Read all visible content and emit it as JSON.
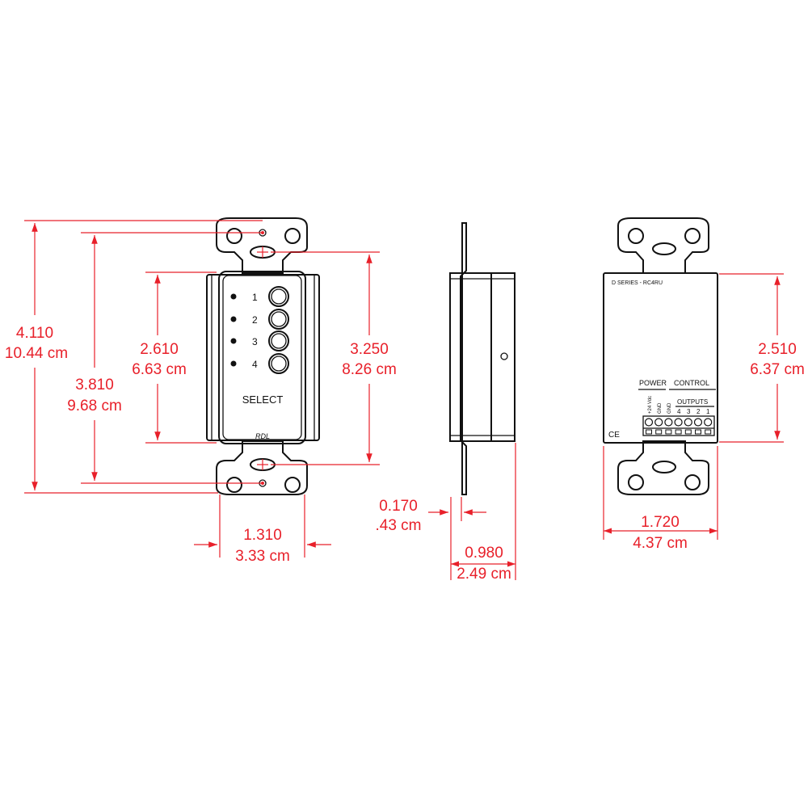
{
  "colors": {
    "dimension": "#e8202a",
    "outline": "#111111",
    "background": "#ffffff"
  },
  "front_view": {
    "button_numbers": [
      "1",
      "2",
      "3",
      "4"
    ],
    "select_label": "SELECT",
    "brand_label": "RDL",
    "dims": {
      "overall_height": {
        "in": "4.110",
        "cm": "10.44 cm"
      },
      "mount_spacing": {
        "in": "3.810",
        "cm": "9.68 cm"
      },
      "faceplate_height": {
        "in": "2.610",
        "cm": "6.63 cm"
      },
      "body_height": {
        "in": "3.250",
        "cm": "8.26 cm"
      },
      "faceplate_width": {
        "in": "1.310",
        "cm": "3.33 cm"
      }
    }
  },
  "side_view": {
    "dims": {
      "flange_depth": {
        "in": "0.170",
        "cm": ".43 cm"
      },
      "overall_depth": {
        "in": "0.980",
        "cm": "2.49 cm"
      }
    }
  },
  "rear_view": {
    "model_label": "D SERIES - RC4RU",
    "power_label": "POWER",
    "control_label": "CONTROL",
    "outputs_label": "OUTPUTS",
    "pin_labels": [
      "+24 Vdc",
      "GND",
      "GND"
    ],
    "output_numbers": [
      "4",
      "3",
      "2",
      "1"
    ],
    "ce_mark": "CE",
    "dims": {
      "rear_height": {
        "in": "2.510",
        "cm": "6.37 cm"
      },
      "rear_width": {
        "in": "1.720",
        "cm": "4.37 cm"
      }
    }
  }
}
